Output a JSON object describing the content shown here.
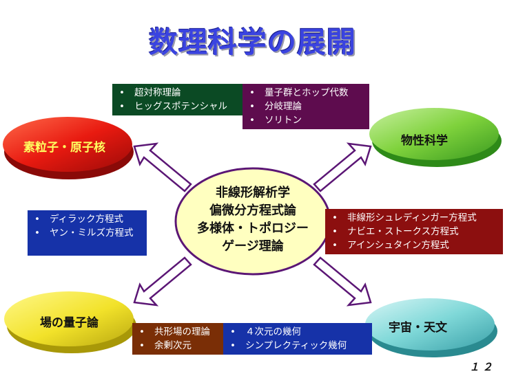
{
  "title": "数理科学の展開",
  "center": {
    "lines": [
      "非線形解析学",
      "偏微分方程式論",
      "多様体・トポロジー",
      "ゲージ理論"
    ]
  },
  "nodes": {
    "particle": "素粒子・原子核",
    "condensed": "物性科学",
    "field": "場の量子論",
    "cosmos": "宇宙・天文"
  },
  "boxes": {
    "green": [
      "超対称理論",
      "ヒッグスポテンシャル"
    ],
    "purple": [
      "量子群とホップ代数",
      "分岐理論",
      "ソリトン"
    ],
    "blue_left": [
      "ディラック方程式",
      "ヤン・ミルズ方程式"
    ],
    "red_right": [
      "非線形シュレディンガー方程式",
      "ナビエ・ストークス方程式",
      "アインシュタイン方程式"
    ],
    "brown_bottom": [
      "共形場の理論",
      "余剰次元"
    ],
    "blue_bottom": [
      "４次元の幾何",
      "シンプレクティック幾何"
    ]
  },
  "colors": {
    "title": "#3a43e0",
    "green_box": "#0b4a24",
    "purple_box": "#5e0c4e",
    "blue_box": "#1632a8",
    "red_box": "#8c0f0f",
    "brown_box": "#7a2e06",
    "center_fill": "#ffffc0",
    "arrow_stroke": "#5b1675"
  },
  "page_number": "１２"
}
